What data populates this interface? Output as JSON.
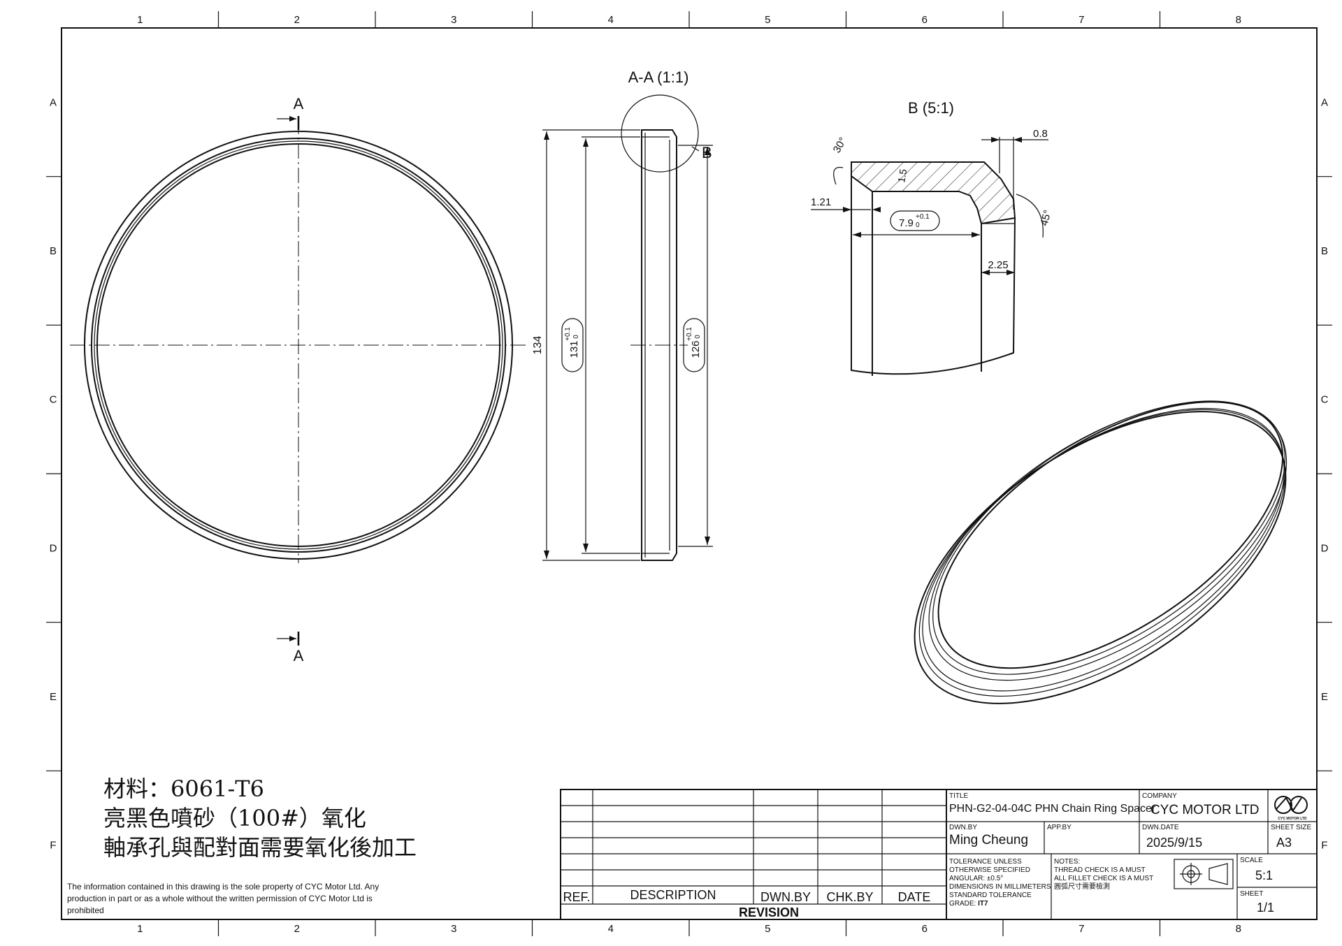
{
  "grid": {
    "columns": [
      "1",
      "2",
      "3",
      "4",
      "5",
      "6",
      "7",
      "8"
    ],
    "rows": [
      "A",
      "B",
      "C",
      "D",
      "E",
      "F"
    ]
  },
  "views": {
    "section_label": "A-A (1:1)",
    "detail_label": "B (5:1)",
    "cut_mark_label": "A",
    "detail_mark_label": "B"
  },
  "dimensions": {
    "overall": "134",
    "outer_diameter": "131",
    "outer_tol_upper": "+0.1",
    "outer_tol_lower": "0",
    "inner_diameter": "126",
    "inner_tol_upper": "+0.1",
    "inner_tol_lower": "0",
    "detail_angle_top": "30°",
    "detail_width_top": "0.8",
    "detail_chamfer": "1.5",
    "detail_left": "1.21",
    "detail_main": "7.9",
    "detail_main_tol_upper": "+0.1",
    "detail_main_tol_lower": "0",
    "detail_angle_right": "45°",
    "detail_step": "2.25"
  },
  "notes": {
    "material": "材料：6061-T6",
    "finish": "亮黑色噴砂（100#）氧化",
    "machining": "軸承孔與配對面需要氧化後加工",
    "disclaimer": "The information contained in this drawing is the sole property of CYC Motor Ltd. Any production in part or as a whole without the written permission of CYC Motor Ltd is prohibited"
  },
  "revision_table": {
    "ref": "REF.",
    "description": "DESCRIPTION",
    "dwn_by": "DWN.BY",
    "chk_by": "CHK.BY",
    "date": "DATE",
    "footer": "REVISION"
  },
  "title_block": {
    "title_label": "TITLE",
    "title": "PHN-G2-04-04C PHN Chain Ring Spacer",
    "company_label": "COMPANY",
    "company": "CYC MOTOR LTD",
    "logo_text": "CYC MOTOR LTD",
    "dwn_by_label": "DWN.BY",
    "dwn_by": "Ming Cheung",
    "app_by_label": "APP.BY",
    "dwn_date_label": "DWN.DATE",
    "dwn_date": "2025/9/15",
    "sheet_size_label": "SHEET SIZE",
    "sheet_size": "A3",
    "tolerance_1": "TOLERANCE UNLESS",
    "tolerance_2": "OTHERWISE SPECIFIED",
    "tolerance_3": "ANGULAR: ±0.5°",
    "tolerance_4": "DIMENSIONS IN MILLIMETERS",
    "tolerance_5": "STANDARD TOLERANCE",
    "grade_label": "GRADE:",
    "grade": "IT7",
    "notes_label": "NOTES:",
    "note_1": "THREAD CHECK IS A MUST",
    "note_2": "ALL FILLET CHECK IS A MUST",
    "note_3": "圓弧尺寸需要檢測",
    "scale_label": "SCALE",
    "scale": "5:1",
    "sheet_label": "SHEET",
    "sheet": "1/1"
  }
}
